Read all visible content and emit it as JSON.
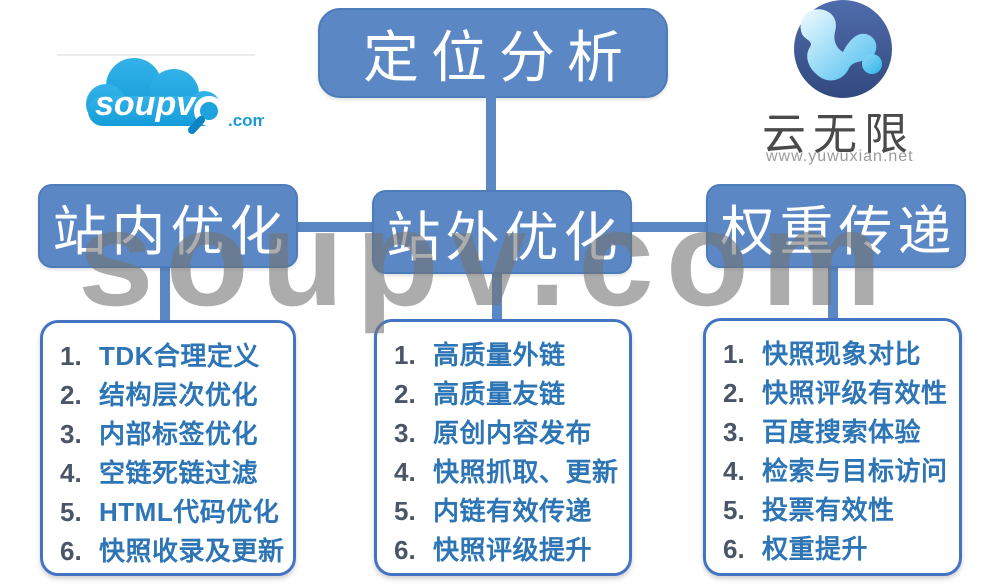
{
  "page": {
    "background": "#ffffff"
  },
  "watermark": {
    "text": "soupv.com",
    "color": "rgba(116,116,116,0.60)"
  },
  "logos": {
    "soupv": {
      "text": "soupv",
      "suffix": ".com",
      "cloud_color": "#29a9e1"
    },
    "yuwuxian": {
      "title": "云无限",
      "url": "www.yuwuxian.net",
      "circle_color": "#3f5a94",
      "blob_color": "#49bdf0"
    }
  },
  "diagram": {
    "root": {
      "label": "定位分析"
    },
    "branches": [
      {
        "label": "站内优化",
        "items": [
          "TDK合理定义",
          "结构层次优化",
          "内部标签优化",
          "空链死链过滤",
          "HTML代码优化",
          "快照收录及更新"
        ]
      },
      {
        "label": "站外优化",
        "items": [
          "高质量外链",
          "高质量友链",
          "原创内容发布",
          "快照抓取、更新",
          "内链有效传递",
          "快照评级提升"
        ]
      },
      {
        "label": "权重传递",
        "items": [
          "快照现象对比",
          "快照评级有效性",
          "百度搜索体验",
          "检索与目标访问",
          "投票有效性",
          "权重提升"
        ]
      }
    ],
    "colors": {
      "box_blue": "#5b88c4",
      "box_blue_border": "#4c7cba",
      "list_border": "#4373c2",
      "item_text": "#2e75b6",
      "item_num": "#4a5568"
    }
  }
}
